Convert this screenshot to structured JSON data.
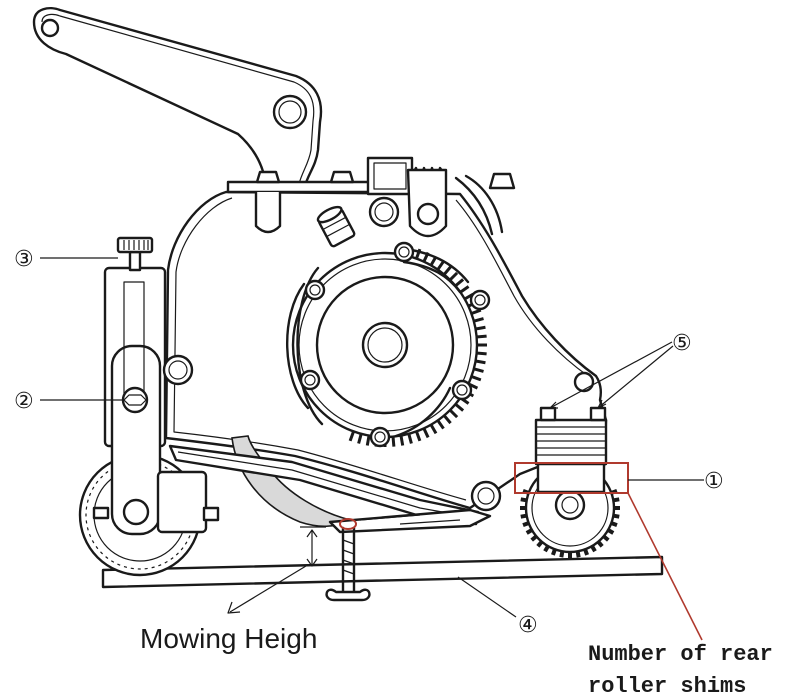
{
  "callouts": {
    "c1": "①",
    "c2": "②",
    "c3": "③",
    "c4": "④",
    "c5": "⑤"
  },
  "labels": {
    "mowing_height": "Mowing Heigh",
    "rear_shims_line1": "Number of rear",
    "rear_shims_line2": "roller shims"
  },
  "colors": {
    "line": "#1a1a1a",
    "highlight": "#b03a2e"
  }
}
